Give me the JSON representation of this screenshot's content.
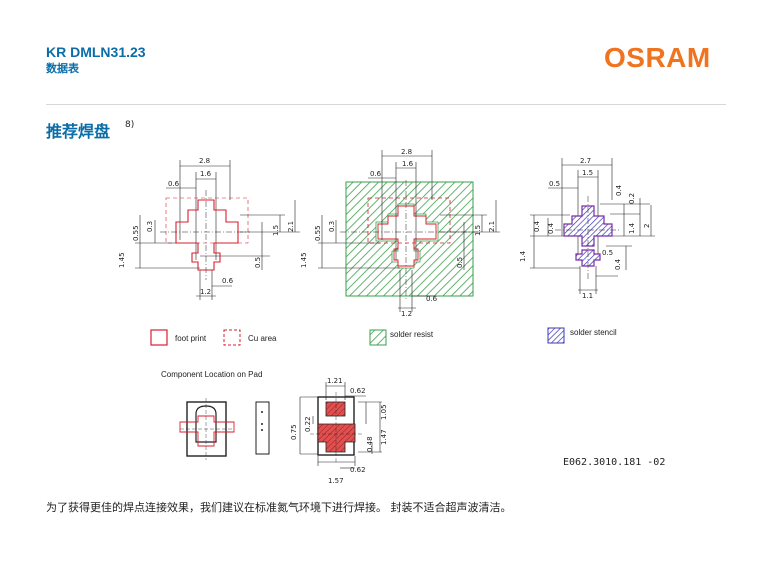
{
  "header": {
    "product": "KR DMLN31.23",
    "doc_type": "数据表",
    "logo_text": "OSRAM",
    "brand_color": "#f0731f",
    "accent_color": "#0b6da8"
  },
  "section": {
    "title": "推荐焊盘",
    "note": "8)"
  },
  "dims": {
    "d28": "2.8",
    "d16": "1.6",
    "d06": "0.6",
    "d055": "0.55",
    "d03": "0.3",
    "d145": "1.45",
    "d15": "1.5",
    "d21": "2.1",
    "d05": "0.5",
    "d12": "1.2",
    "d27": "2.7",
    "d04": "0.4",
    "d02": "0.2",
    "d14": "1.4",
    "d2": "2",
    "d11": "1.1",
    "d121": "1.21",
    "d062": "0.62",
    "d075": "0.75",
    "d022": "0.22",
    "d105": "1.05",
    "d147": "1.47",
    "d048": "0.48",
    "d157": "1.57"
  },
  "legend": {
    "foot_print": "foot print",
    "cu_area": "Cu area",
    "solder_resist": "solder resist",
    "solder_stencil": "solder stencil"
  },
  "component_location": {
    "title": "Component Location on Pad"
  },
  "reference": "E062.3010.181 -02",
  "footer_text": "为了获得更佳的焊点连接效果，我们建议在标准氮气环境下进行焊接。 封装不适合超声波清洁。",
  "colors": {
    "footprint_red": "#d91e2e",
    "solder_resist_green": "#3aa04a",
    "stencil_blue": "#3a38b8",
    "component_red_fill": "#e05050"
  }
}
